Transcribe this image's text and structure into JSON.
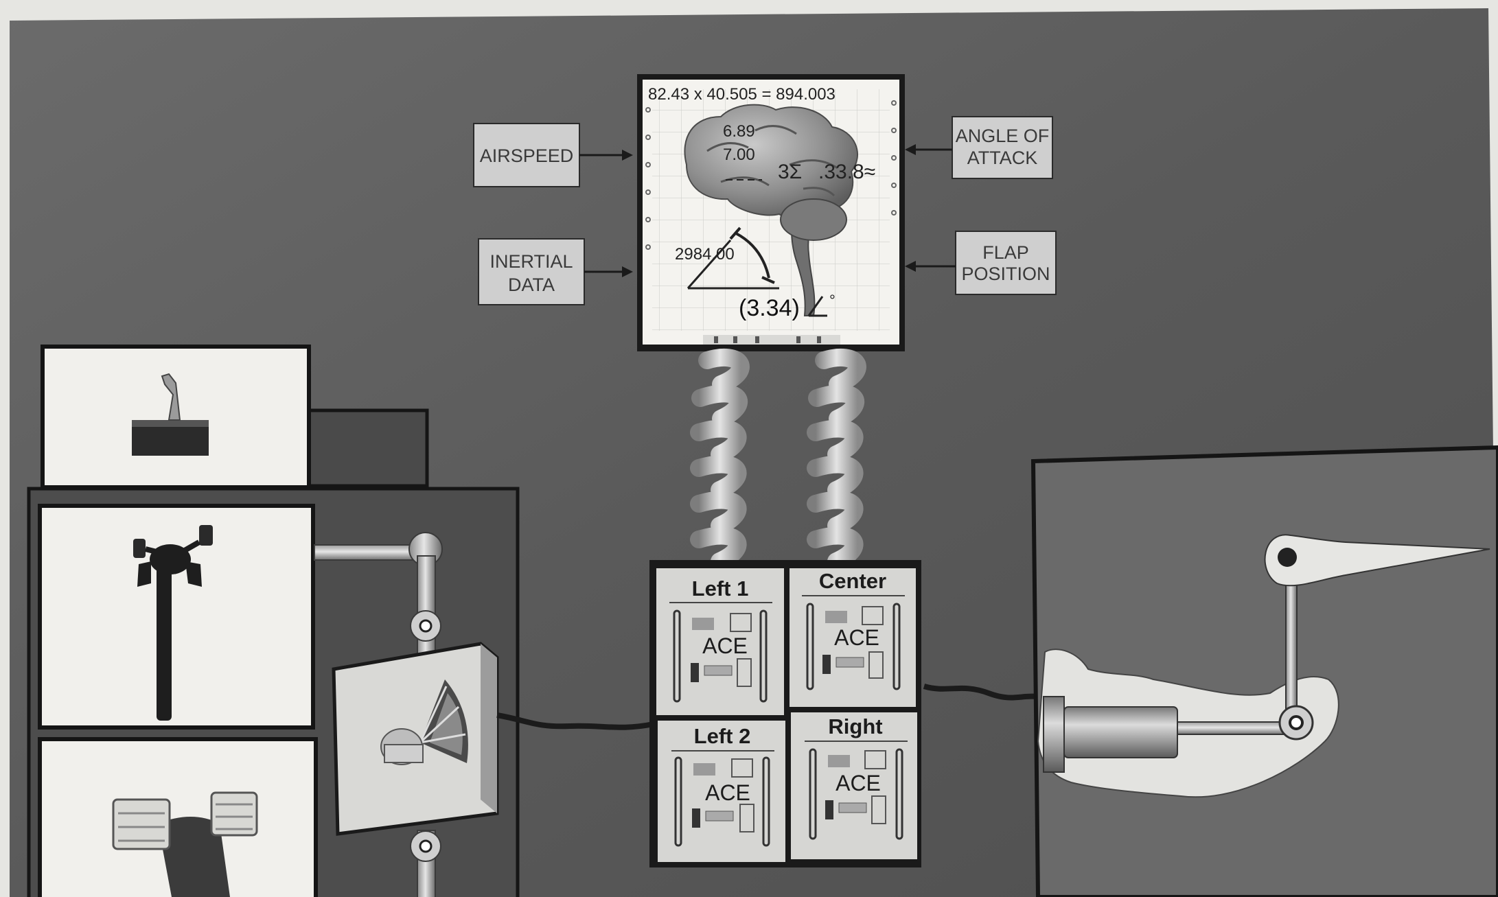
{
  "inputs": {
    "airspeed": "AIRSPEED",
    "inertial_line1": "INERTIAL",
    "inertial_line2": "DATA",
    "angle_line1": "ANGLE OF",
    "angle_line2": "ATTACK",
    "flap_line1": "FLAP",
    "flap_line2": "POSITION"
  },
  "computer_display": {
    "equation": "82.43 x 40.505 = 894.003",
    "value_a": "6.89",
    "value_b": "7.00",
    "sigma": "3Σ",
    "value_c": ".33.8≈",
    "angle_value": "2984.00",
    "result": "(3.34)",
    "degree": "°"
  },
  "ace_units": [
    {
      "title": "Left 1",
      "label": "ACE"
    },
    {
      "title": "Center",
      "label": "ACE"
    },
    {
      "title": "Left 2",
      "label": "ACE"
    },
    {
      "title": "Right",
      "label": "ACE"
    }
  ],
  "colors": {
    "background": "#5e5e5e",
    "panel_light": "#f1f0ec",
    "box": "#cfcfcf",
    "frame": "#1a1a1a"
  }
}
